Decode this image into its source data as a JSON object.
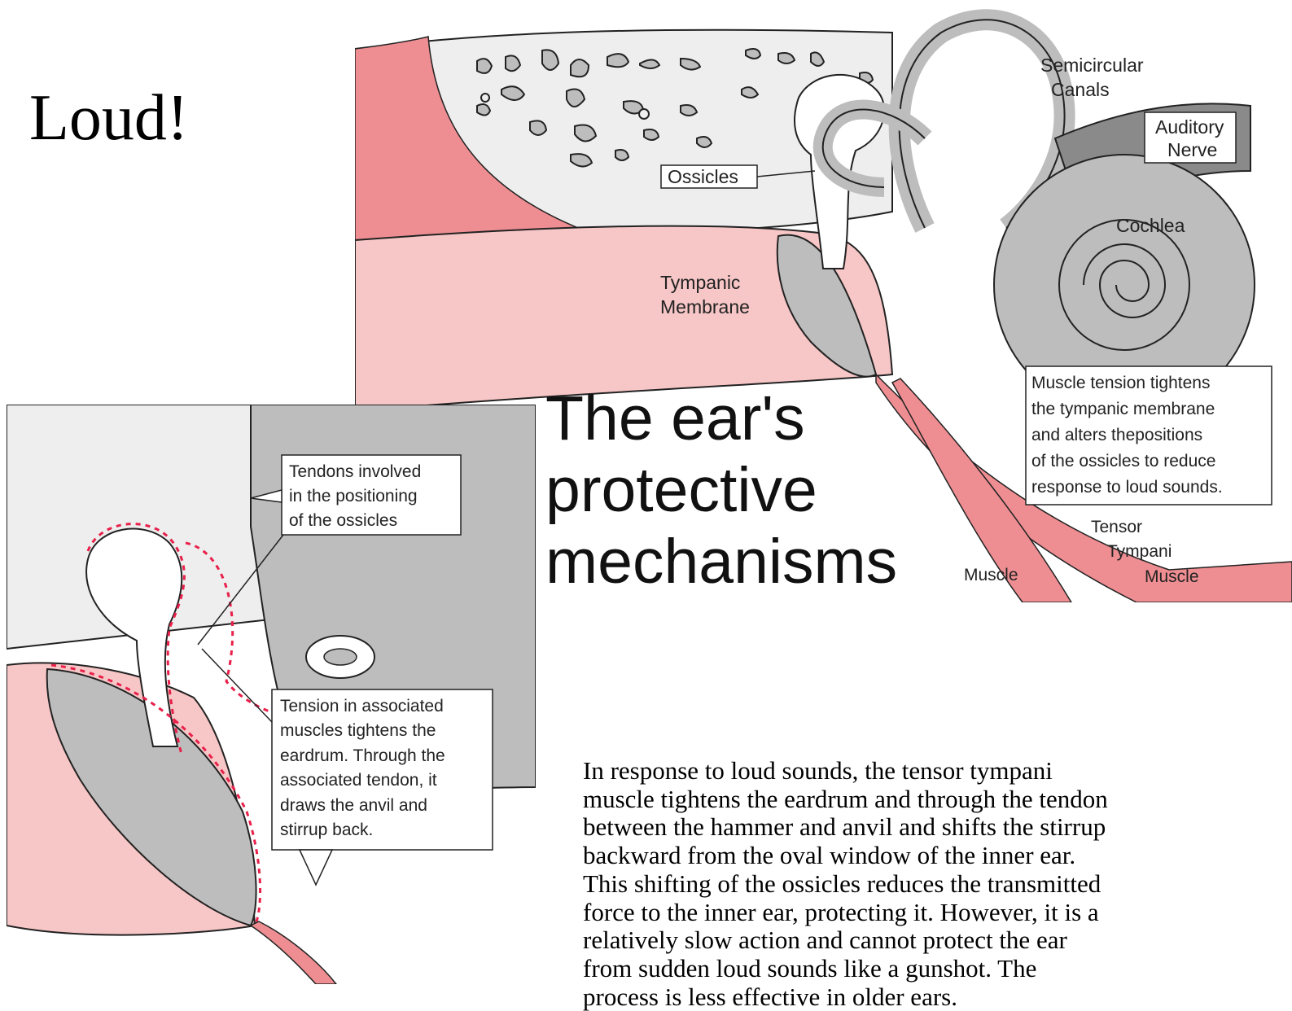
{
  "slide": {
    "title": "Loud!"
  },
  "heading": {
    "lines": [
      "The ear's",
      "protective",
      "mechanisms"
    ]
  },
  "main_diagram": {
    "labels": {
      "semicircular_1": "Semicircular",
      "semicircular_2": "Canals",
      "auditory_1": "Auditory",
      "auditory_2": "Nerve",
      "cochlea": "Cochlea",
      "ossicles": "Ossicles",
      "tympanic_1": "Tympanic",
      "tympanic_2": "Membrane",
      "tension_1": "Muscle tension tightens",
      "tension_2": "the tympanic membrane",
      "tension_3": "and alters thepositions",
      "tension_4": "of the ossicles to reduce",
      "tension_5": "response to loud sounds.",
      "tensor_1": "Tensor",
      "tensor_2": "Tympani",
      "tensor_3": "Muscle",
      "muscle": "Muscle"
    }
  },
  "detail_diagram": {
    "labels": {
      "tendons_1": "Tendons involved",
      "tendons_2": "in the positioning",
      "tendons_3": "of the ossicles",
      "tension_1": "Tension in associated",
      "tension_2": "muscles tightens the",
      "tension_3": "eardrum. Through the",
      "tension_4": "associated tendon, it",
      "tension_5": "draws the anvil and",
      "tension_6": "stirrup back."
    }
  },
  "body": {
    "lines": [
      "In response to loud sounds, the tensor tympani",
      "muscle tightens the eardrum and through the tendon",
      "between the hammer and anvil and shifts the stirrup",
      "backward from the oval window of the inner ear.",
      "This shifting of the ossicles reduces the transmitted",
      "force to the inner ear, protecting it. However, it is a",
      "relatively slow action and cannot protect the ear",
      "from sudden loud sounds like a gunshot. The",
      "process is less effective in older ears."
    ]
  },
  "colors": {
    "tissue_pink": "#f7c6c6",
    "muscle_pink": "#ee8e92",
    "bone_gray": "#bdbdbd",
    "skull_light": "#eeeeee",
    "nerve_dark": "#8a8a8a",
    "dash_red": "#e8204a"
  }
}
